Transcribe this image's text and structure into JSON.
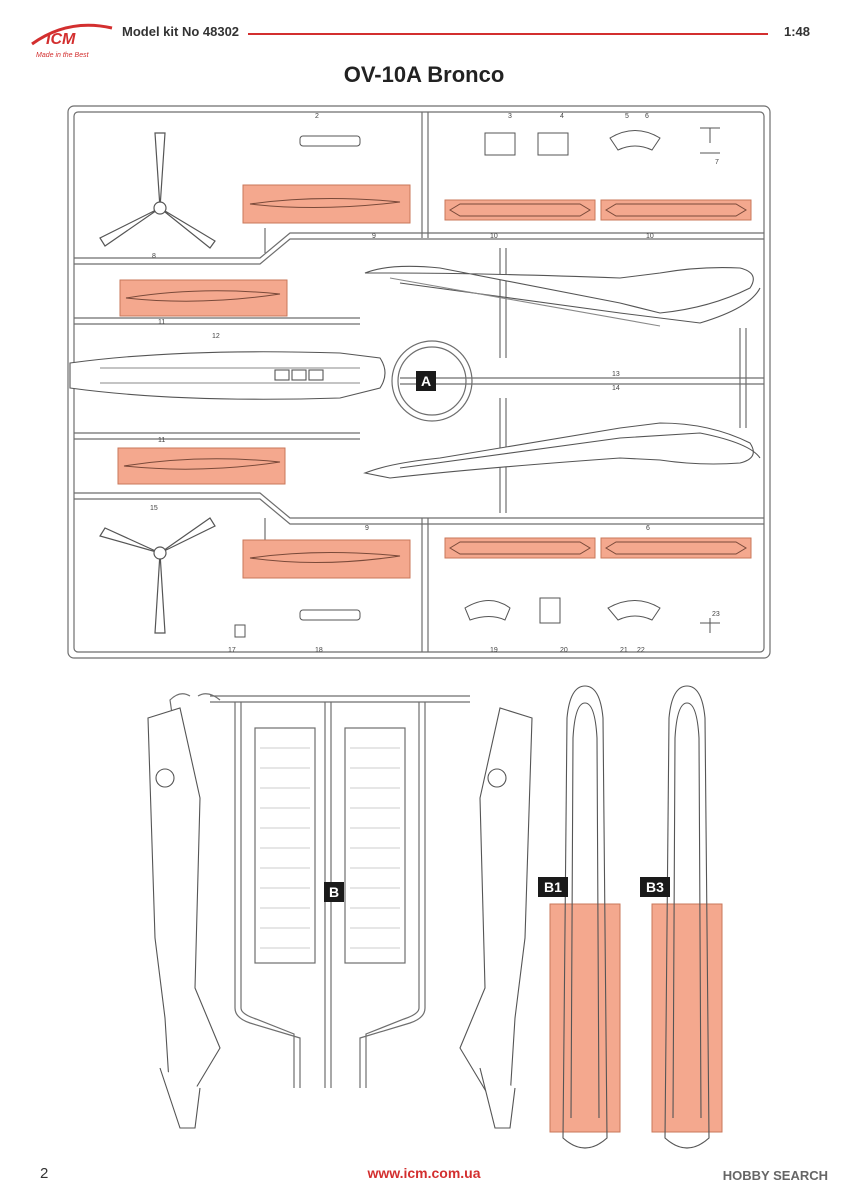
{
  "header": {
    "logo_text": "ICM",
    "logo_tagline": "Made in the Best",
    "kit_label": "Model kit No 48302",
    "scale": "1:48"
  },
  "title": "OV-10A Bronco",
  "sprue_a": {
    "letter": "A",
    "part_numbers": [
      "2",
      "3",
      "4",
      "5",
      "6",
      "7",
      "8",
      "9",
      "10",
      "10",
      "11",
      "12",
      "13",
      "14",
      "11",
      "15",
      "9",
      "6",
      "17",
      "18",
      "19",
      "20",
      "21",
      "22",
      "23"
    ]
  },
  "sprue_b": {
    "letter": "B",
    "sub_letters": [
      "B1",
      "B3"
    ]
  },
  "colors": {
    "highlight": "#f4a88e",
    "accent": "#d32f2f",
    "line": "#6e6e6e"
  },
  "footer": {
    "page_number": "2",
    "url": "www.icm.com.ua",
    "watermark": "HOBBY SEARCH"
  }
}
